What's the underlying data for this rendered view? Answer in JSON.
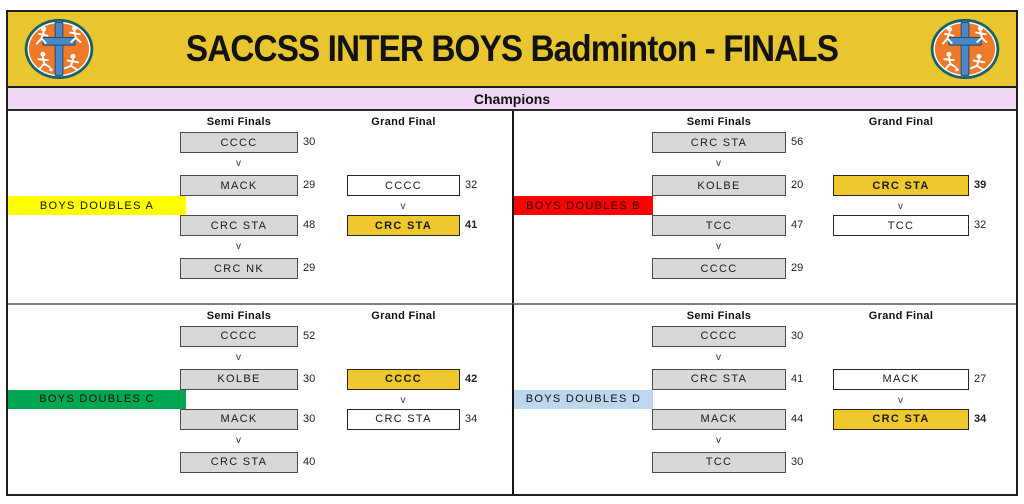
{
  "header": {
    "title": "SACCSS INTER BOYS Badminton - FINALS",
    "logo": "saccss-athletics-cross-emblem"
  },
  "banner": {
    "label": "Champions"
  },
  "labels": {
    "semi": "Semi Finals",
    "final": "Grand Final",
    "versus": "v"
  },
  "colors": {
    "header_bg": "#E9C62F",
    "banner_bg": "#F0D7F3",
    "winner_gold": "#EFC82D",
    "box_gray": "#D8D8D8"
  },
  "brackets": [
    {
      "name": "BOYS DOUBLES A",
      "label_color": "#FFFF00",
      "semis": [
        {
          "team": "CCCC",
          "score": "30"
        },
        {
          "team": "MACK",
          "score": "29"
        },
        {
          "team": "CRC STA",
          "score": "48"
        },
        {
          "team": "CRC NK",
          "score": "29"
        }
      ],
      "final": [
        {
          "team": "CCCC",
          "score": "32",
          "winner": false
        },
        {
          "team": "CRC STA",
          "score": "41",
          "winner": true
        }
      ]
    },
    {
      "name": "BOYS DOUBLES B",
      "label_color": "#FF0000",
      "semis": [
        {
          "team": "CRC STA",
          "score": "56"
        },
        {
          "team": "KOLBE",
          "score": "20"
        },
        {
          "team": "TCC",
          "score": "47"
        },
        {
          "team": "CCCC",
          "score": "29"
        }
      ],
      "final": [
        {
          "team": "CRC STA",
          "score": "39",
          "winner": true
        },
        {
          "team": "TCC",
          "score": "32",
          "winner": false
        }
      ]
    },
    {
      "name": "BOYS DOUBLES C",
      "label_color": "#00A651",
      "semis": [
        {
          "team": "CCCC",
          "score": "52"
        },
        {
          "team": "KOLBE",
          "score": "30"
        },
        {
          "team": "MACK",
          "score": "30"
        },
        {
          "team": "CRC STA",
          "score": "40"
        }
      ],
      "final": [
        {
          "team": "CCCC",
          "score": "42",
          "winner": true
        },
        {
          "team": "CRC STA",
          "score": "34",
          "winner": false
        }
      ]
    },
    {
      "name": "BOYS DOUBLES D",
      "label_color": "#BDD7EE",
      "semis": [
        {
          "team": "CCCC",
          "score": "30"
        },
        {
          "team": "CRC STA",
          "score": "41"
        },
        {
          "team": "MACK",
          "score": "44"
        },
        {
          "team": "TCC",
          "score": "30"
        }
      ],
      "final": [
        {
          "team": "MACK",
          "score": "27",
          "winner": false
        },
        {
          "team": "CRC STA",
          "score": "34",
          "winner": true
        }
      ]
    }
  ]
}
